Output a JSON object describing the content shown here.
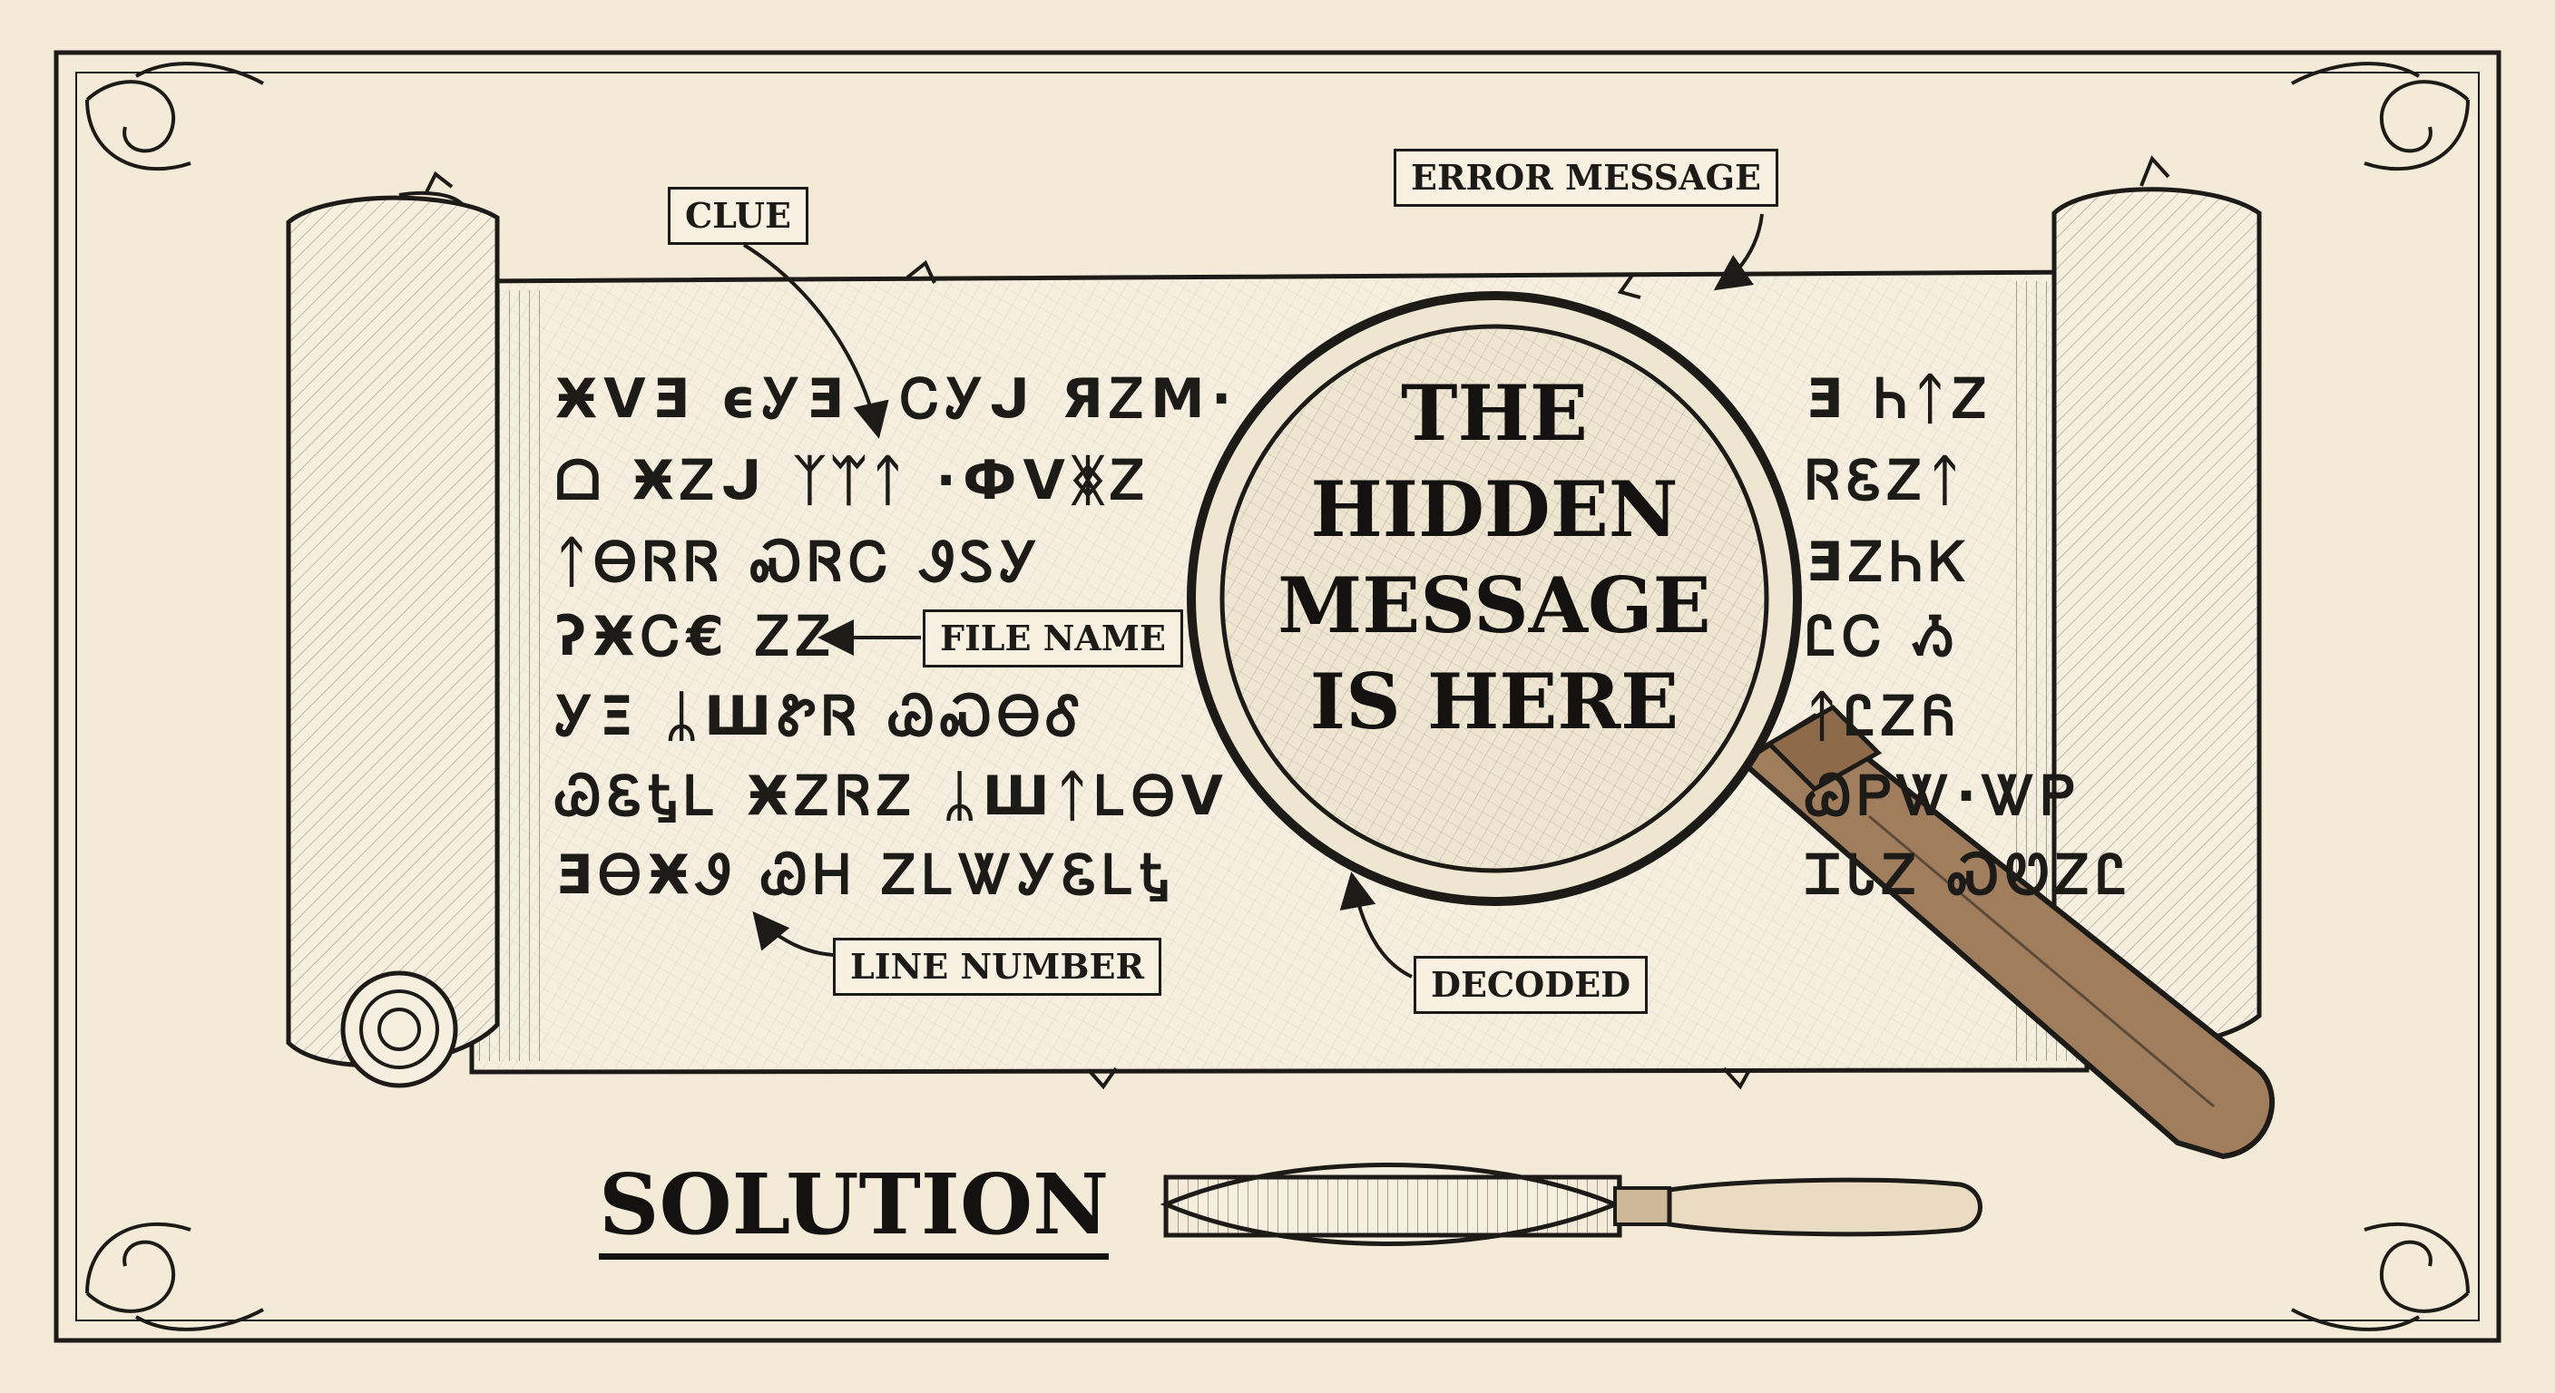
{
  "rune_rows_left": [
    "ӾᐯƎ ϵᎩƎ  ᏟᎩᒍ ЯᏃМ·",
    "ᗝ ӾᏃᒍ ᛉᛠᛏ ·ФᐯᛤᏃ",
    "ᛏᎾᏒᏒ ᏍᏒᏟ ᏭᏚᎩ",
    "ʔӾᏟ€ ᏃᏃ",
    "ᎩΞ ᛦШᏑᏒ ᏊᏍᎾᎴ",
    "ᏊᏋᎿᏞ ӾᏃᏒᏃ ᛦШᛏᏞᎾᐯ",
    "ƎᎾӾᏭ ᏊᎻ ᏃᏞᏔᎩᏋᏞᎿ"
  ],
  "rune_rows_right": [
    "Ǝ ᏂᛏᏃ",
    "ᏒᏋᏃᛏ",
    "ƎᏃᏂᏦ",
    "ᏝᏟ Ᏹ",
    "ᛏᏝᏃᏲ",
    "ᏊᏢᏔ·ᏔᏢ",
    "ᏆᏓᏃ ᏍᏬᏃᏝ"
  ],
  "callouts": {
    "clue": "CLUE",
    "error_message": "ERROR MESSAGE",
    "file_name": "FILE NAME",
    "line_number": "LINE NUMBER",
    "decoded": "DECODED"
  },
  "lens_text": [
    "THE",
    "HIDDEN",
    "MESSAGE",
    "IS HERE"
  ],
  "solution_label": "SOLUTION",
  "colors": {
    "paper": "#f3ead8",
    "scroll": "#f6efdf",
    "ink": "#1d1b17",
    "wood": "#a07d5c"
  },
  "icons": [
    "scroll-icon",
    "magnifying-glass-icon",
    "magnifying-glass-side-icon",
    "corner-flourish-icon"
  ]
}
